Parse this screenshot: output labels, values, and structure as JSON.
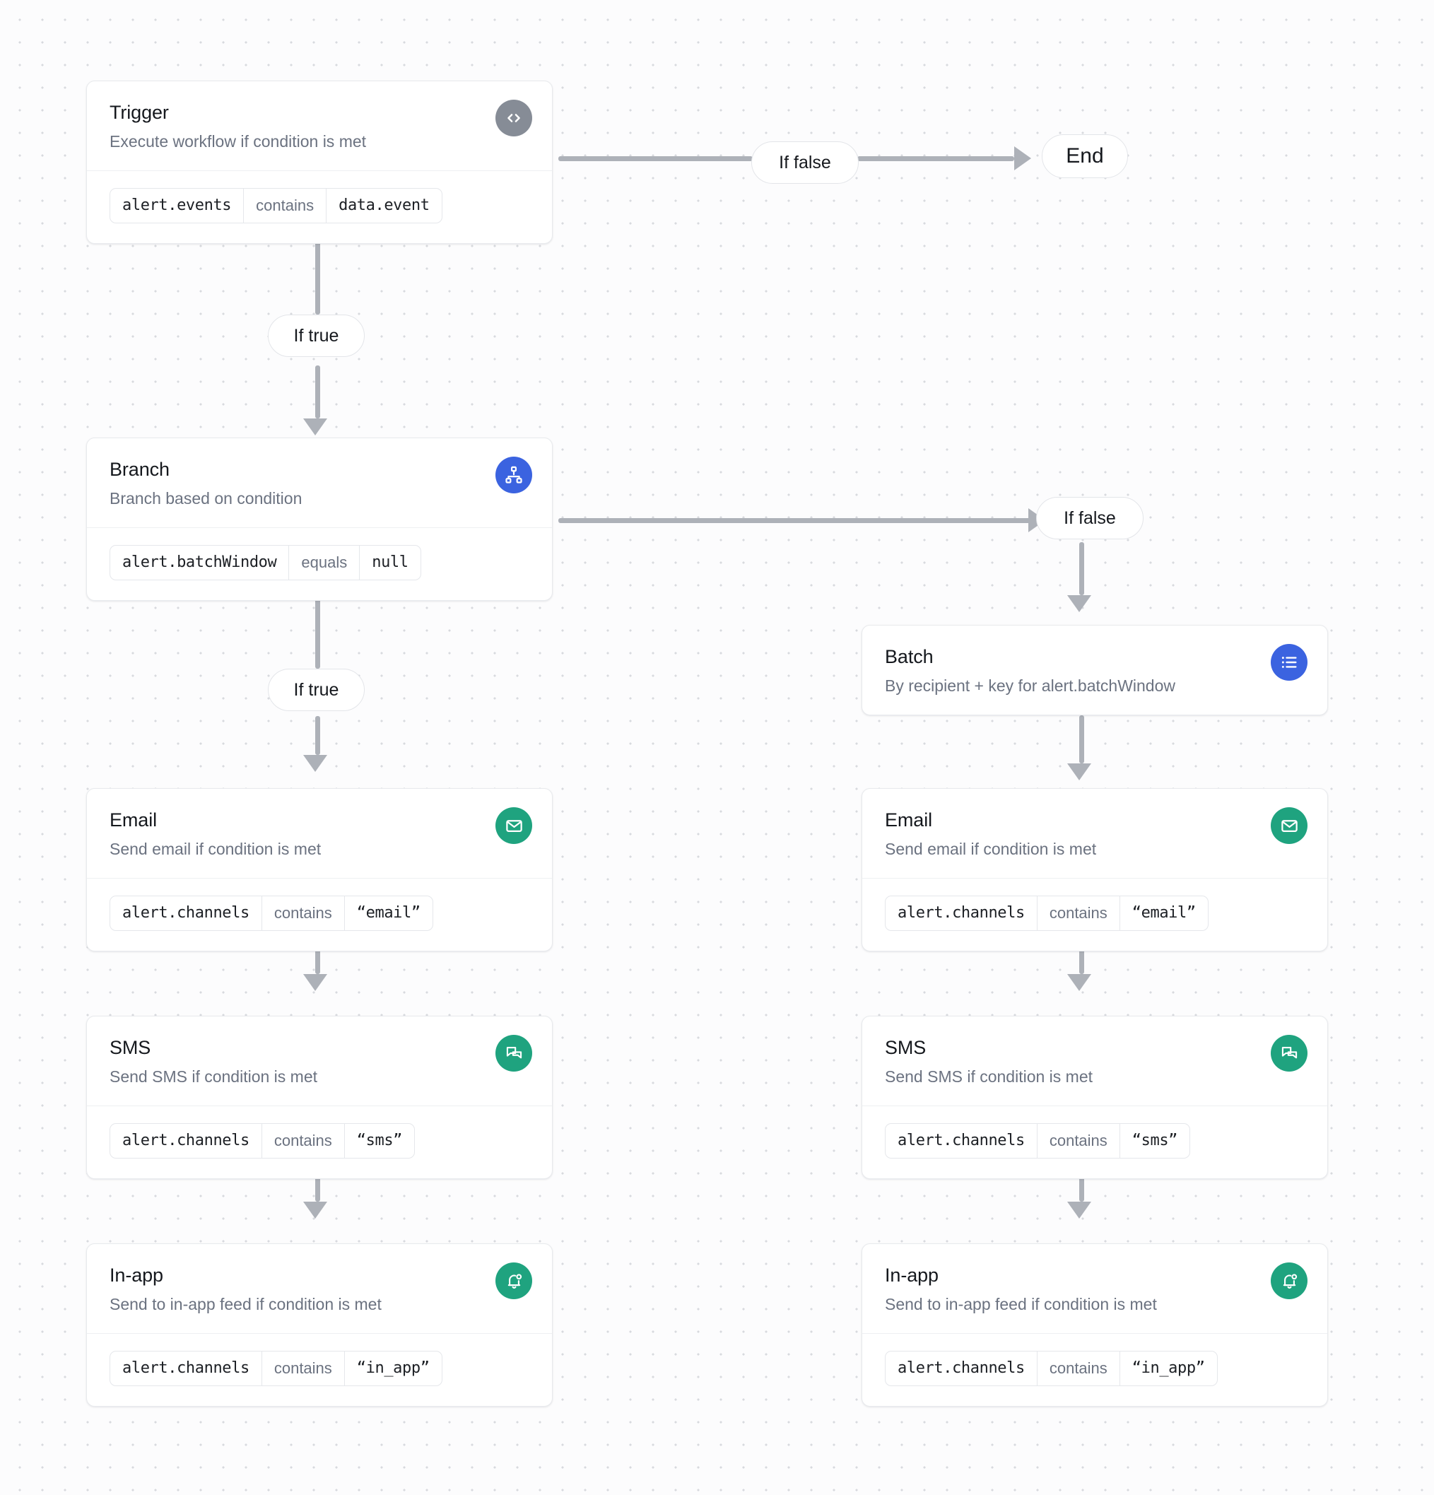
{
  "diagram": {
    "type": "workflow-flowchart",
    "background": "dotted-grid",
    "colors": {
      "accent_blue": "#3b63e0",
      "accent_green": "#1fa37f",
      "accent_gray": "#868c96",
      "connector": "#adb1b8",
      "card_border": "#e8eaed"
    }
  },
  "nodes": {
    "trigger": {
      "title": "Trigger",
      "description": "Execute workflow if condition is met",
      "icon": "code-icon",
      "icon_color": "gray",
      "condition": {
        "field": "alert.events",
        "operator": "contains",
        "value": "data.event"
      }
    },
    "branch": {
      "title": "Branch",
      "description": "Branch based on condition",
      "icon": "hierarchy-icon",
      "icon_color": "blue",
      "condition": {
        "field": "alert.batchWindow",
        "operator": "equals",
        "value": "null"
      }
    },
    "batch": {
      "title": "Batch",
      "description": "By recipient + key for alert.batchWindow",
      "icon": "list-icon",
      "icon_color": "blue"
    },
    "email_left": {
      "title": "Email",
      "description": "Send email if condition is met",
      "icon": "envelope-icon",
      "icon_color": "green",
      "condition": {
        "field": "alert.channels",
        "operator": "contains",
        "value": "“email”"
      }
    },
    "sms_left": {
      "title": "SMS",
      "description": "Send SMS if condition is met",
      "icon": "chat-bubbles-icon",
      "icon_color": "green",
      "condition": {
        "field": "alert.channels",
        "operator": "contains",
        "value": "“sms”"
      }
    },
    "inapp_left": {
      "title": "In-app",
      "description": "Send to in-app feed if condition is met",
      "icon": "bell-dot-icon",
      "icon_color": "green",
      "condition": {
        "field": "alert.channels",
        "operator": "contains",
        "value": "“in_app”"
      }
    },
    "email_right": {
      "title": "Email",
      "description": "Send email if condition is met",
      "icon": "envelope-icon",
      "icon_color": "green",
      "condition": {
        "field": "alert.channels",
        "operator": "contains",
        "value": "“email”"
      }
    },
    "sms_right": {
      "title": "SMS",
      "description": "Send SMS if condition is met",
      "icon": "chat-bubbles-icon",
      "icon_color": "green",
      "condition": {
        "field": "alert.channels",
        "operator": "contains",
        "value": "“sms”"
      }
    },
    "inapp_right": {
      "title": "In-app",
      "description": "Send to in-app feed if condition is met",
      "icon": "bell-dot-icon",
      "icon_color": "green",
      "condition": {
        "field": "alert.channels",
        "operator": "contains",
        "value": "“in_app”"
      }
    }
  },
  "terminals": {
    "end": {
      "label": "End"
    }
  },
  "edges": {
    "trigger_false": {
      "label": "If false",
      "from": "trigger",
      "to": "end"
    },
    "trigger_true": {
      "label": "If true",
      "from": "trigger",
      "to": "branch"
    },
    "branch_false": {
      "label": "If false",
      "from": "branch",
      "to": "batch"
    },
    "branch_true": {
      "label": "If true",
      "from": "branch",
      "to": "email_left"
    }
  }
}
